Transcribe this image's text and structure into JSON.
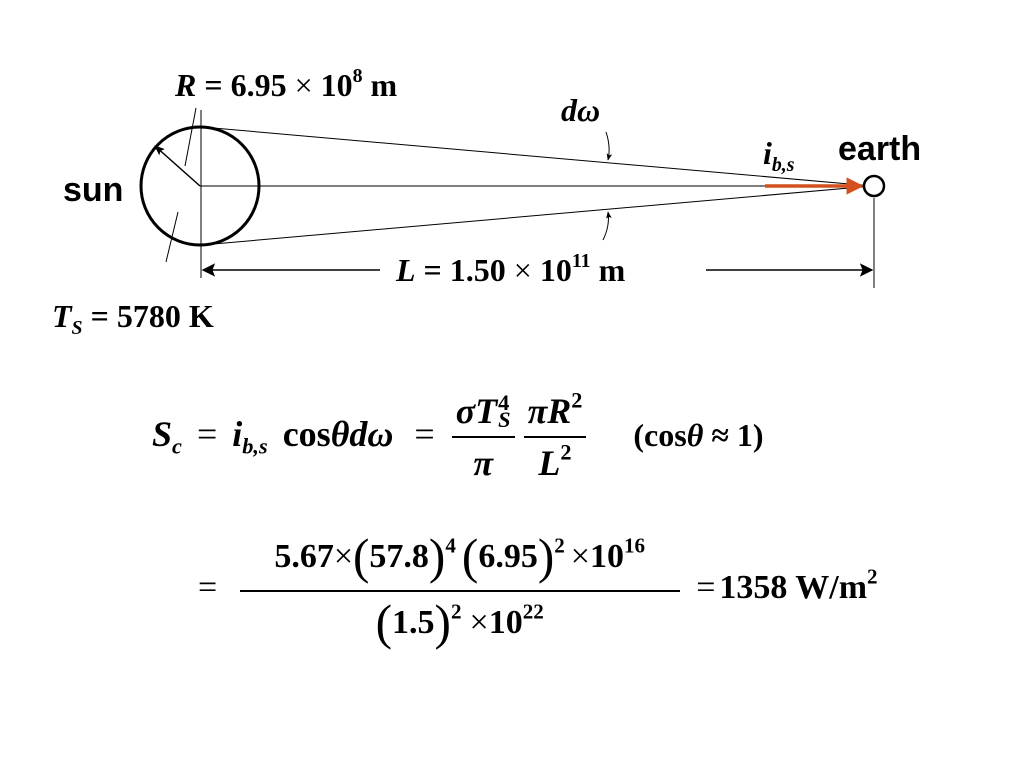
{
  "diagram": {
    "radius_label": {
      "var": "R",
      "eq": " = 6.95 ",
      "times": "×",
      "base": " 10",
      "exp": "8",
      "unit": " m"
    },
    "d_omega_label": {
      "d": "d",
      "omega": "ω"
    },
    "intensity_label": {
      "i": "i",
      "sub": "b,s"
    },
    "sun_label": "sun",
    "earth_label": "earth",
    "distance_label": {
      "var": "L",
      "eq": " = 1.50 ",
      "times": "×",
      "base": " 10",
      "exp": "11",
      "unit": " m"
    },
    "temperature_label": {
      "var": "T",
      "sub": "S",
      "eq": " = 5780 K"
    },
    "colors": {
      "ray": "#000000",
      "arrow": "#d4501e"
    }
  },
  "equation1": {
    "lhs": "S",
    "lhs_sub": "c",
    "equals1": "=",
    "i": "i",
    "i_sub": "b,s",
    "cos": "cos",
    "theta": "θ",
    "d_omega": "dω",
    "equals2": "=",
    "frac1_num_sigma": "σ",
    "frac1_num_T": "T",
    "frac1_num_sup": "4",
    "frac1_num_sub": "S",
    "frac1_den": "π",
    "frac2_num_pi": "π",
    "frac2_num_R": "R",
    "frac2_num_sup": "2",
    "frac2_den_L": "L",
    "frac2_den_sup": "2",
    "condition_open": "(cos",
    "condition_theta": "θ",
    "condition_rest": " ≈ 1)"
  },
  "equation2": {
    "equals_lead": "=",
    "num_a": "5.67",
    "num_times1": "×",
    "num_b": "57.8",
    "num_b_exp": "4",
    "num_c": "6.95",
    "num_c_exp": "2",
    "num_times2": "×",
    "num_d": "10",
    "num_d_exp": "16",
    "den_a": "1.5",
    "den_a_exp": "2",
    "den_times": "×",
    "den_b": "10",
    "den_b_exp": "22",
    "equals_result": "=",
    "result": "1358 W/m",
    "result_exp": "2"
  }
}
